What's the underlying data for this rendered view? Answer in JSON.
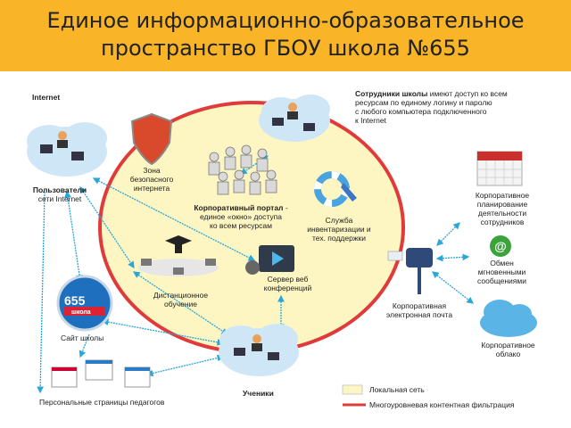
{
  "header": {
    "title_line1": "Единое информационно-образовательное",
    "title_line2": "пространство ГБОУ школа №655"
  },
  "colors": {
    "header_bg": "#f9b527",
    "local_network": "#fdf6c3",
    "filter_border": "#e03b3b",
    "arrow": "#2aa6d9"
  },
  "labels": {
    "internet": "Internet",
    "staff_bold": "Сотрудники школы",
    "staff_line1": "имеют доступ ко всем",
    "staff_line2": "ресурсам по единому логину и паролю",
    "staff_line3": "с любого компьютера подключенного",
    "staff_line4": "к Internet",
    "users_bold": "Пользователи",
    "users_line2": "сети Internet",
    "safe_zone": [
      "Зона",
      "безопасного",
      "интернета"
    ],
    "portal_bold": "Корпоративный портал",
    "portal_rest": " -",
    "portal_line2": "единое «окно» доступа",
    "portal_line3": "ко всем ресурсам",
    "support": [
      "Служба",
      "инвентаризации и",
      "тех. поддержки"
    ],
    "planning": [
      "Корпоративное",
      "планирование",
      "деятельности",
      "сотрудников"
    ],
    "messaging": [
      "Обмен",
      "мгновенными",
      "сообщениями"
    ],
    "mail": [
      "Корпоративная",
      "электронная почта"
    ],
    "cloud": [
      "Корпоративное",
      "облако"
    ],
    "distance": [
      "Дистанционное",
      "обучение"
    ],
    "webconf": [
      "Сервер веб",
      "конференций"
    ],
    "school_site": "Сайт школы",
    "teacher_pages": "Персональные страницы педагогов",
    "students": "Ученики",
    "site_badge": "655",
    "site_badge_small": "школа"
  },
  "legend": {
    "local_network": "Локальная сеть",
    "filtering": "Многоуровневая контентная фильтрация"
  }
}
